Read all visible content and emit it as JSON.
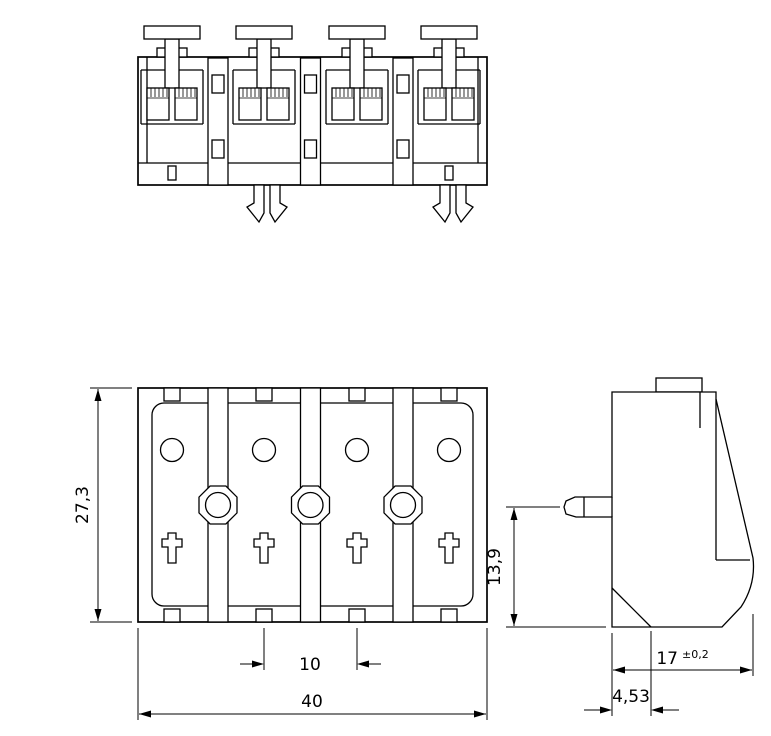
{
  "dims": {
    "plan_height": "27,3",
    "plan_width": "40",
    "pole_pitch": "10",
    "side_height": "13,9",
    "side_width": "17",
    "side_width_tolerance": "±0,2",
    "side_foot_offset": "4,53"
  },
  "colors": {
    "contact_yellow": "#f8e300",
    "port_orange": "#efa76a",
    "line": "#000000",
    "background": "#ffffff"
  }
}
